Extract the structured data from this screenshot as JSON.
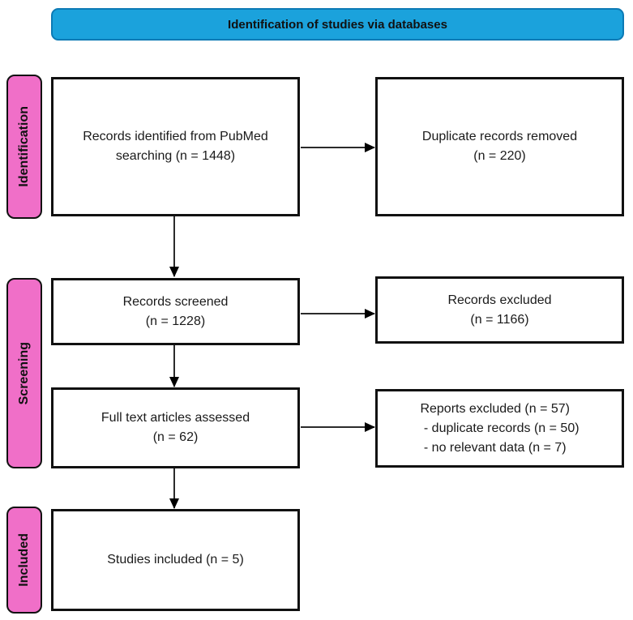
{
  "title": "Identification of studies via databases",
  "colors": {
    "header_bg": "#1BA2DC",
    "header_border": "#0C7AB5",
    "stage_bg": "#F06FC8"
  },
  "stages": {
    "identification": "Identification",
    "screening": "Screening",
    "included": "Included"
  },
  "boxes": {
    "records_identified": "Records identified from PubMed\nsearching (n = 1448)",
    "duplicates_removed": "Duplicate records removed\n(n = 220)",
    "records_screened": "Records screened\n(n = 1228)",
    "records_excluded": "Records excluded\n(n = 1166)",
    "full_text_assessed": "Full text articles assessed\n(n = 62)",
    "reports_excluded": "Reports excluded (n = 57)\n - duplicate records (n = 50)\n - no relevant data (n = 7)",
    "studies_included": "Studies included (n = 5)"
  }
}
